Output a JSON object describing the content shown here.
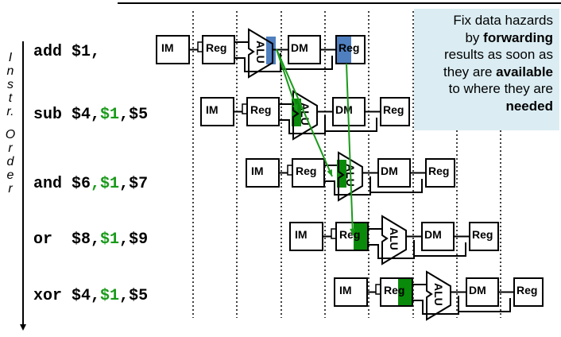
{
  "axis_label": "I n s t r. O r d e r",
  "order_letters": [
    "I",
    "n",
    "s",
    "t",
    "r.",
    "",
    "O",
    "r",
    "d",
    "e",
    "r"
  ],
  "instructions": [
    {
      "op": "add",
      "a": "$1,",
      "b": "",
      "c": ""
    },
    {
      "op": "sub",
      "a": "$4,",
      "b": "$1",
      "c": ",$5"
    },
    {
      "op": "and",
      "a": "$6",
      "b": ",$1",
      "c": ",$7"
    },
    {
      "op": "or ",
      "a": "$8,",
      "b": "$1",
      "c": ",$9"
    },
    {
      "op": "xor",
      "a": "$4,",
      "b": "$1",
      "c": ",$5"
    }
  ],
  "stages": {
    "im": "IM",
    "reg": "Reg",
    "alu": "ALU",
    "dm": "DM"
  },
  "note": {
    "l1": "Fix data hazards",
    "l2a": "by ",
    "l2b": "forwarding",
    "l3": "results as soon as",
    "l4a": "they are ",
    "l4b": "available",
    "l5": "to where they are",
    "l6": "needed"
  },
  "colors": {
    "forward": "#1a9a1a",
    "highlight_green": "#0a8a0a",
    "highlight_blue": "#4f7fbf",
    "note_bg": "#dbedf3"
  }
}
